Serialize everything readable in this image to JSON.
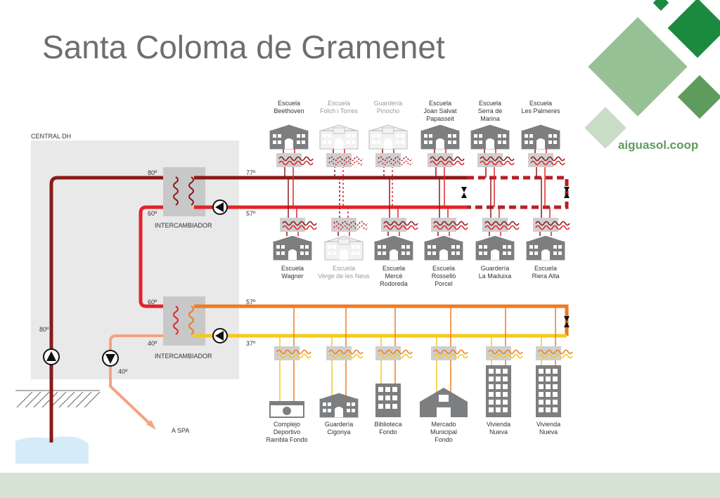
{
  "title": "Santa Coloma de Gramenet",
  "brand": "aiguasol.coop",
  "central_label": "CENTRAL DH",
  "spa_label": "A SPA",
  "exchangers": [
    {
      "label": "INTERCAMBIADOR",
      "in_hot": "80º",
      "in_cold": "60º",
      "out_hot": "77º",
      "out_cold": "57º"
    },
    {
      "label": "INTERCAMBIADOR",
      "in_hot": "60º",
      "in_cold": "40º",
      "out_hot": "57º",
      "out_cold": "37º"
    }
  ],
  "riser_temp": "80º",
  "spa_temp": "40º",
  "top_buildings": [
    {
      "lines": [
        "Escuela",
        "Beethoven"
      ],
      "existing": true
    },
    {
      "lines": [
        "Escuela",
        "Folch i Torres"
      ],
      "existing": false
    },
    {
      "lines": [
        "Guardería",
        "Pinocho"
      ],
      "existing": false
    },
    {
      "lines": [
        "Escuela",
        "Joan Salvat",
        "Papasseit"
      ],
      "existing": true
    },
    {
      "lines": [
        "Escuela",
        "Serra de",
        "Marina"
      ],
      "existing": true
    },
    {
      "lines": [
        "Escuela",
        "Les Palmeres"
      ],
      "existing": true
    }
  ],
  "mid_buildings": [
    {
      "lines": [
        "Escuela",
        "Wagner"
      ],
      "existing": true
    },
    {
      "lines": [
        "Escuela",
        "Verge de les Neus"
      ],
      "existing": false
    },
    {
      "lines": [
        "Escuela",
        "Mercè",
        "Rodoreda"
      ],
      "existing": true
    },
    {
      "lines": [
        "Escuela",
        "Rossellò",
        "Porcel"
      ],
      "existing": true
    },
    {
      "lines": [
        "Guardería",
        "La Maduixa"
      ],
      "existing": true
    },
    {
      "lines": [
        "Escuela",
        "Riera Alta"
      ],
      "existing": true
    }
  ],
  "bottom_buildings": [
    {
      "lines": [
        "Complejo",
        "Deportivo",
        "Rambla Fondo"
      ],
      "type": "sport"
    },
    {
      "lines": [
        "Guardería",
        "Cigonya"
      ],
      "type": "school"
    },
    {
      "lines": [
        "Biblioteca",
        "Fondo"
      ],
      "type": "library"
    },
    {
      "lines": [
        "Mercado",
        "Municipal",
        "Fondo"
      ],
      "type": "market"
    },
    {
      "lines": [
        "Vivienda",
        "Nueva"
      ],
      "type": "tower"
    },
    {
      "lines": [
        "Vivienda",
        "Nueva"
      ],
      "type": "tower"
    }
  ],
  "colors": {
    "supply_hot": "#8b1a1a",
    "return_hot": "#e0242a",
    "supply_low": "#f07a22",
    "return_low": "#f5c91b",
    "spa": "#f4a382",
    "building": "#7d7e80",
    "panel": "#e9e9e9"
  },
  "icons": [
    "pump-icon",
    "valve-icon",
    "exchanger-icon",
    "school-icon",
    "tower-icon",
    "market-icon",
    "library-icon",
    "sport-icon"
  ]
}
